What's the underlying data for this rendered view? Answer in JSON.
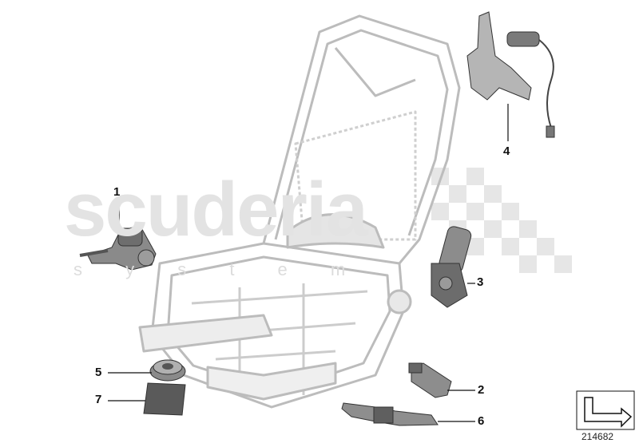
{
  "watermark": {
    "brand": "scuderia",
    "subtitle": "s y s t e m"
  },
  "callouts": [
    {
      "number": "1"
    },
    {
      "number": "2"
    },
    {
      "number": "3"
    },
    {
      "number": "4"
    },
    {
      "number": "5"
    },
    {
      "number": "6"
    },
    {
      "number": "7"
    }
  ],
  "diagram_id": "214682",
  "colors": {
    "line": "#111111",
    "frame": "#bfbfbf",
    "part": "#6f6f6f",
    "watermark": "#e3e3e3"
  }
}
